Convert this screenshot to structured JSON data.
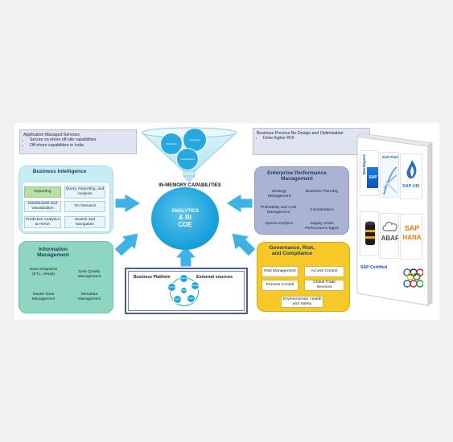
{
  "application_managed": {
    "title": "Application Managed Services",
    "items": [
      "Secure on-shore off-site capabilities",
      "Off-shore capabilities in India"
    ]
  },
  "business_process": {
    "title": "Business Process Re-Design and Optimization",
    "items": [
      "Drive higher ROI"
    ]
  },
  "in_memory": {
    "label": "IN-MEMORY CAPABILITIES",
    "funnel_nodes": [
      "Predictive",
      "Structured",
      "Unstructured"
    ]
  },
  "center": {
    "line1": "ANALYTICS",
    "line2": "& BI",
    "line3": "COE"
  },
  "business_intelligence": {
    "title": "Business Intelligence",
    "reporting": "Reporting",
    "query": "Query, Reporting, and Analysis",
    "dashboards": "Dashboards and Visualization",
    "on_demand": "On Demand",
    "predictive": "Predictive Analytics & HANA",
    "search": "Search and Navigation"
  },
  "information_management": {
    "title": "Information Management",
    "data_integration": "Data Integration (ETL, virtual)",
    "data_quality": "Data Quality Management",
    "master_data": "Master Data Management",
    "metadata": "Metadata Management"
  },
  "enterprise_performance": {
    "title": "Enterprise Performance Management",
    "strategy": "Strategy Management",
    "planning": "Business Planning",
    "profitability": "Profitability and Cost Management",
    "consolidation": "Consolidation",
    "spend": "Spend Analytics",
    "supply_chain": "Supply Chain Performance Mgmt"
  },
  "grc": {
    "title": "Governance, Risk, and Compliance",
    "risk": "Risk Management",
    "access": "Access Control",
    "process": "Process Control",
    "trade": "Global Trade Services",
    "ehs": "Environmental, Health and Safety"
  },
  "platform": {
    "business_platform": "Business Platform",
    "external_sources": "External sources",
    "nodes": [
      "Cloud",
      "Mobile",
      "Data",
      "Apps",
      "Social",
      "Web"
    ]
  },
  "sap_box": {
    "developers": "Developers",
    "sap": "SAP",
    "fiori": "SAP Fiori",
    "ui5": "SAP UI5",
    "abap": "ABAP",
    "hana_line1": "SAP",
    "hana_line2": "HANA",
    "certified": "SAP Certified"
  },
  "colors": {
    "bi_panel": "#c8ecf4",
    "im_panel": "#8ed6c2",
    "epm_panel": "#aab3d3",
    "grc_panel": "#f6c928",
    "arrow": "#3fb2e5",
    "center": "#1da3dd"
  }
}
